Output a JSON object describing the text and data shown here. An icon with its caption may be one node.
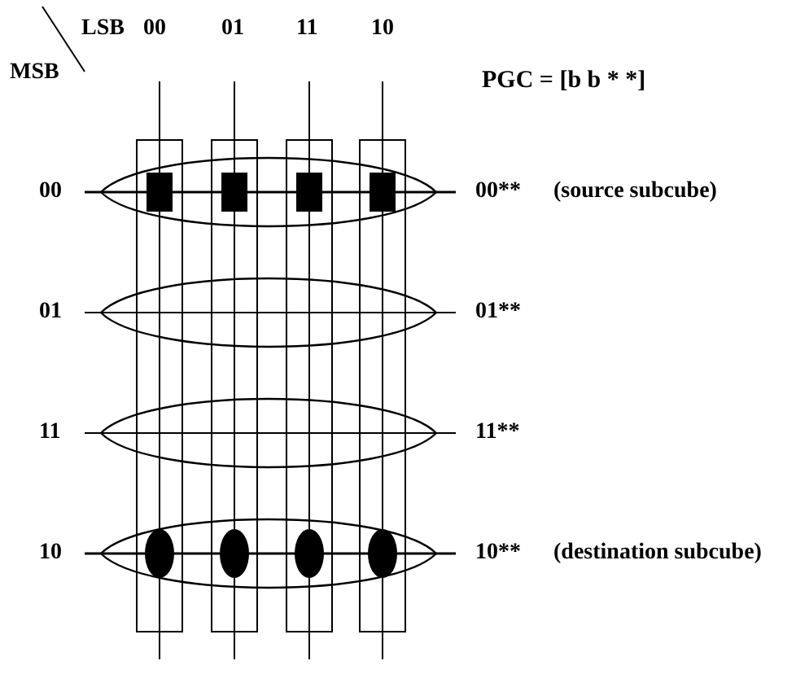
{
  "diagram": {
    "labels": [
      "LSB",
      "00",
      "01",
      "11",
      "10",
      "MSB",
      "PGC = [b b * *]",
      "00",
      "00**",
      "(source subcube)",
      "01",
      "01**",
      "11",
      "11**",
      "10",
      "10**",
      "(destination subcube)"
    ]
  }
}
